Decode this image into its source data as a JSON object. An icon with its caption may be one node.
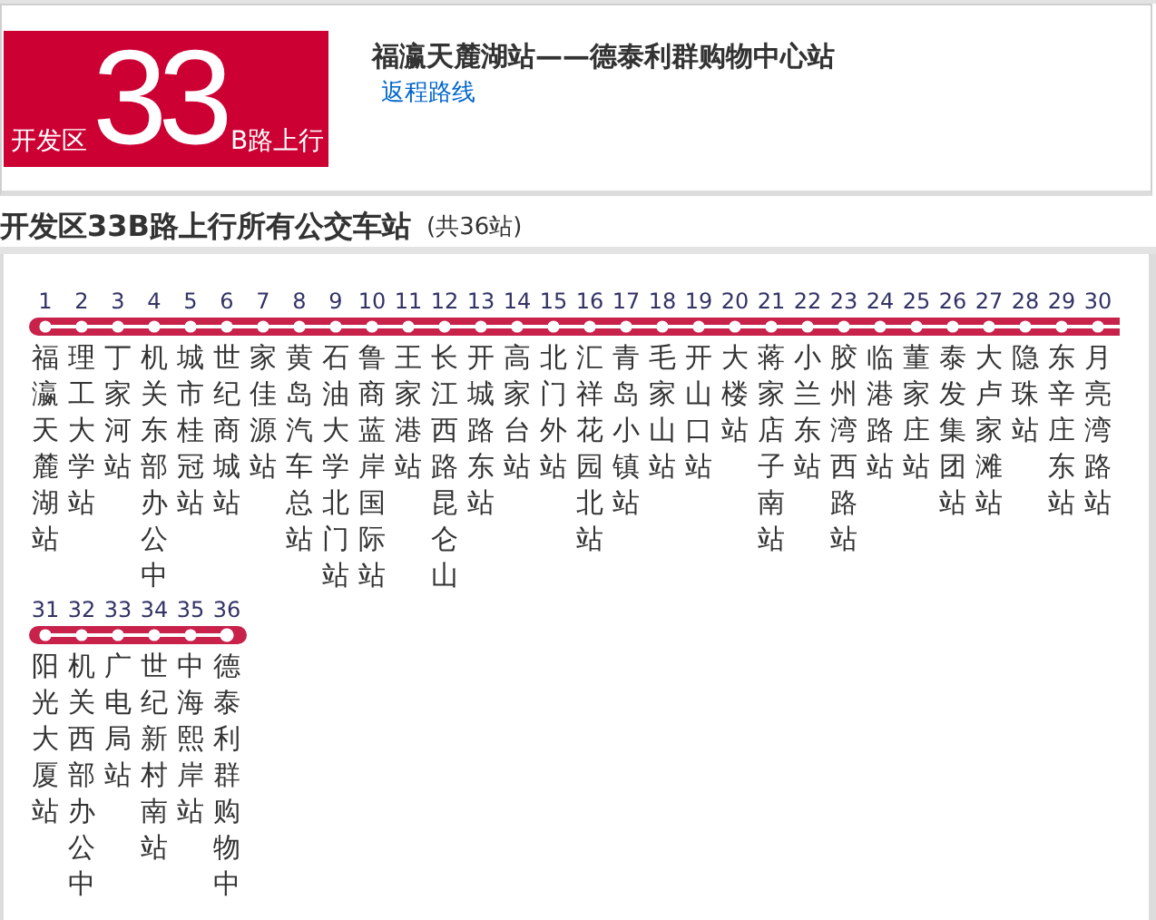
{
  "diagram": {
    "title": "开发区33B路上行所有公交车站",
    "nodes": [
      {
        "text": [
          "福瀛天麓湖站——德泰利群购物中心站",
          "返程路线"
        ]
      },
      {
        "text": [
          "开发区",
          "33",
          "B路上行"
        ],
        "in": 0
      }
    ],
    "labels": [
      "(共36站)",
      "1",
      "2",
      "3",
      "4",
      "5",
      "6",
      "7",
      "8",
      "9",
      "10",
      "11",
      "12",
      "13",
      "14",
      "15",
      "16",
      "17",
      "18",
      "19",
      "20",
      "21",
      "22",
      "23",
      "24",
      "25",
      "26",
      "27",
      "28",
      "29",
      "30",
      "福瀛天麓湖站",
      "理工大学站",
      "丁家河站",
      "机关东部办公中",
      "城市桂冠站",
      "世纪商城站",
      "家佳源站",
      "黄岛汽车总站",
      "石油大学北门站",
      "鲁商蓝岸国际站",
      "王家港站",
      "长江西路昆仑山",
      "开城路东站",
      "高家台站",
      "北门外站",
      "汇祥花园北站",
      "青岛小镇站",
      "毛家山站",
      "开山口站",
      "大楼站",
      "蒋家店子南站",
      "小兰东站",
      "胶州湾西路站",
      "临港路站",
      "董家庄站",
      "泰发集团站",
      "大卢家滩站",
      "隐珠站",
      "东辛庄东站",
      "月亮湾路站",
      "31",
      "32",
      "33",
      "34",
      "35",
      "36",
      "阳光大厦站",
      "机关西部办公中",
      "广电局站",
      "世纪新村南站",
      "中海熙岸站",
      "德泰利群购物中"
    ]
  }
}
